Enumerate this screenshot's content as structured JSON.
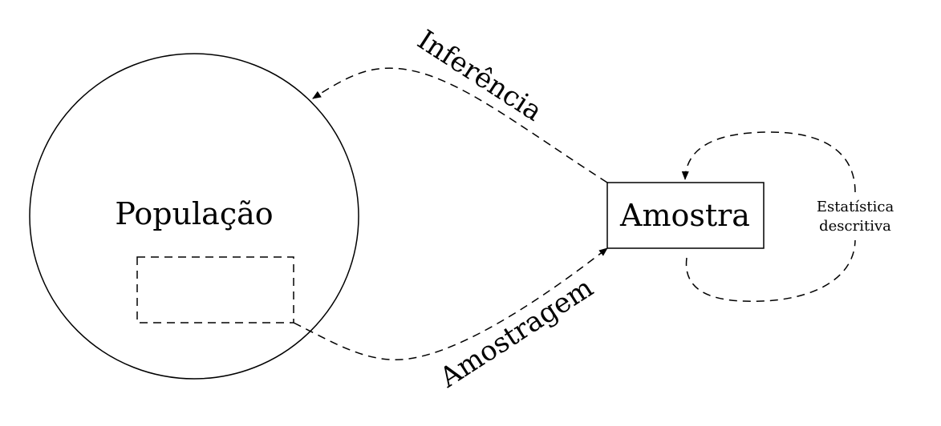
{
  "diagram": {
    "population_label": "População",
    "sample_label": "Amostra",
    "inference_label": "Inferência",
    "sampling_label": "Amostragem",
    "descriptive_stats_line1": "Estatística",
    "descriptive_stats_line2": "descritiva"
  }
}
